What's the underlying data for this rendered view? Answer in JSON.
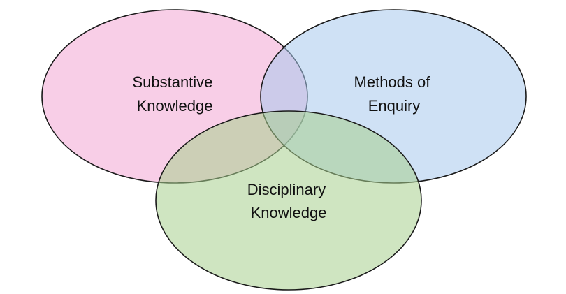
{
  "diagram": {
    "sets": [
      {
        "id": "substantive",
        "label_lines": [
          "Substantive",
          "Knowledge"
        ],
        "fill": "#f3a6d3",
        "stroke": "#1a1a1a"
      },
      {
        "id": "methods",
        "label_lines": [
          "Methods of",
          "Enquiry"
        ],
        "fill": "#a7c9ec",
        "stroke": "#1a1a1a"
      },
      {
        "id": "disciplinary",
        "label_lines": [
          "Disciplinary",
          "Knowledge"
        ],
        "fill": "#a8cf8e",
        "stroke": "#1a1a1a"
      }
    ]
  }
}
